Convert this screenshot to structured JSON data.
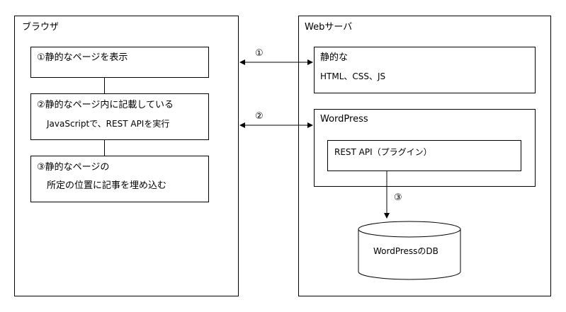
{
  "browser": {
    "title": "ブラウザ",
    "step1": "①静的なページを表示",
    "step2_line1": "②静的なページ内に記載している",
    "step2_line2": "JavaScriptで、REST APIを実行",
    "step3_line1": "③静的なページの",
    "step3_line2": "所定の位置に記事を埋め込む"
  },
  "server": {
    "title": "Webサーバ",
    "static_line1": "静的な",
    "static_line2": "HTML、CSS、JS",
    "wordpress": "WordPress",
    "rest_api": "REST API（プラグイン）",
    "db": "WordPressのDB"
  },
  "arrows": {
    "a1": "①",
    "a2": "②",
    "a3": "③"
  }
}
